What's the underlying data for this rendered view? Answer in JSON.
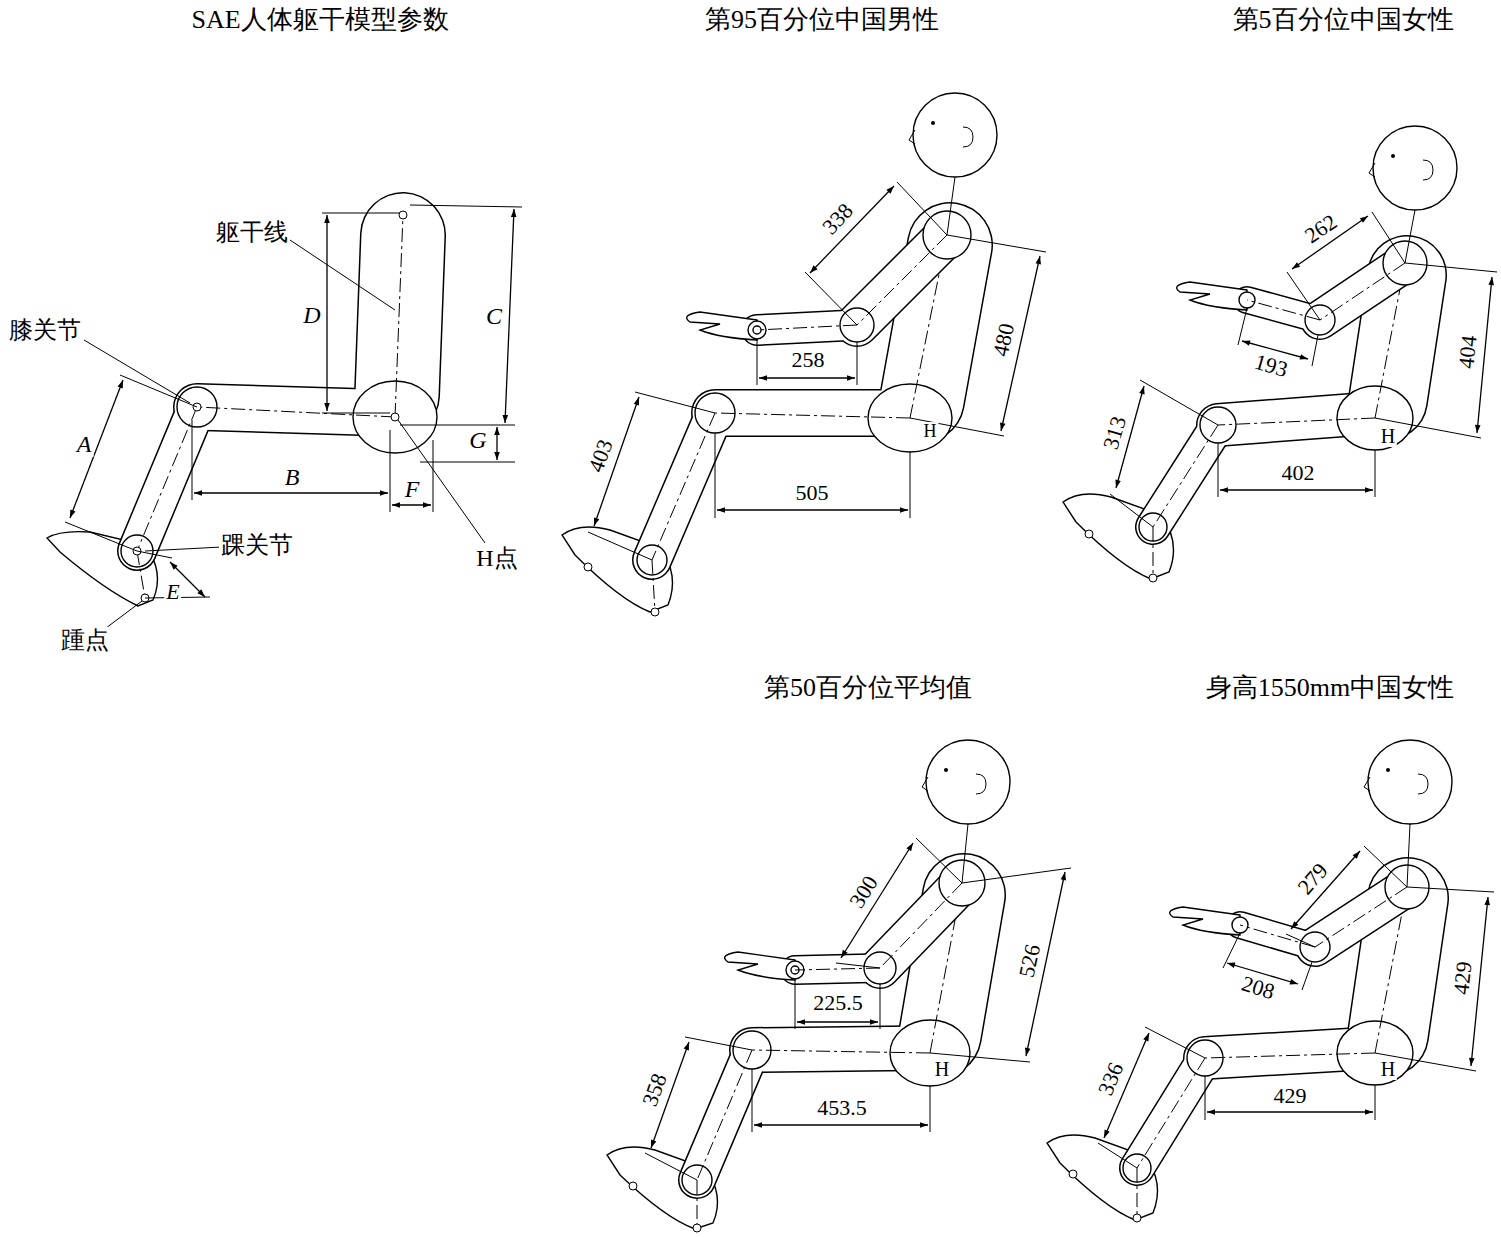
{
  "diagram": {
    "labels": [
      "SAE人体躯干模型参数",
      "第95百分位中国男性",
      "第5百分位中国女性",
      "躯干线",
      "膝关节",
      "D",
      "C",
      "A",
      "B",
      "G",
      "F",
      "踝关节",
      "H点",
      "E",
      "踵点",
      "338",
      "480",
      "258",
      "403",
      "505",
      "H",
      "262",
      "193",
      "404",
      "313",
      "402",
      "H",
      "第50百分位平均值",
      "身高1550mm中国女性",
      "300",
      "225.5",
      "526",
      "358",
      "453.5",
      "H",
      "279",
      "208",
      "429",
      "336",
      "429",
      "H"
    ]
  }
}
